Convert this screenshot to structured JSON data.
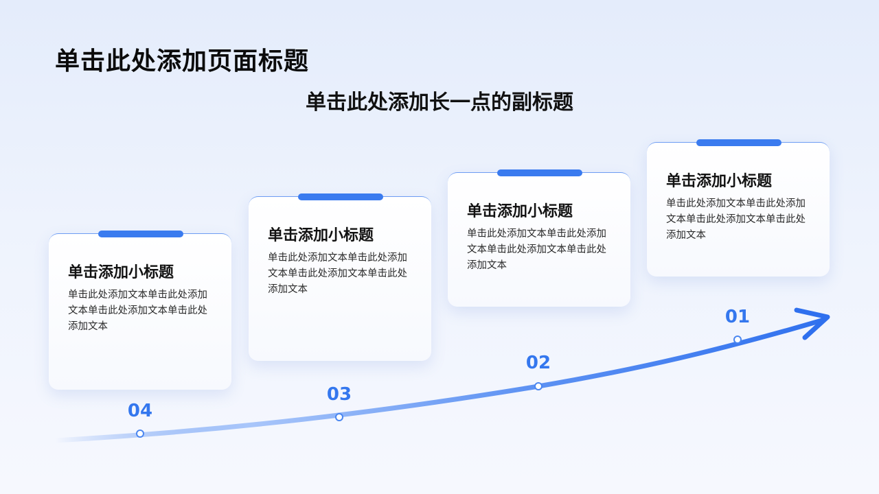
{
  "header": {
    "title": "单击此处添加页面标题",
    "subtitle": "单击此处添加长一点的副标题"
  },
  "steps": [
    {
      "number": "01",
      "title": "单击添加小标题",
      "text": "单击此处添加文本单击此处添加文本单击此处添加文本单击此处添加文本"
    },
    {
      "number": "02",
      "title": "单击添加小标题",
      "text": "单击此处添加文本单击此处添加文本单击此处添加文本单击此处添加文本"
    },
    {
      "number": "03",
      "title": "单击添加小标题",
      "text": "单击此处添加文本单击此处添加文本单击此处添加文本单击此处添加文本"
    },
    {
      "number": "04",
      "title": "单击添加小标题",
      "text": "单击此处添加文本单击此处添加文本单击此处添加文本单击此处添加文本"
    }
  ],
  "colors": {
    "accent": "#3a7bef",
    "number": "#3477ee"
  }
}
